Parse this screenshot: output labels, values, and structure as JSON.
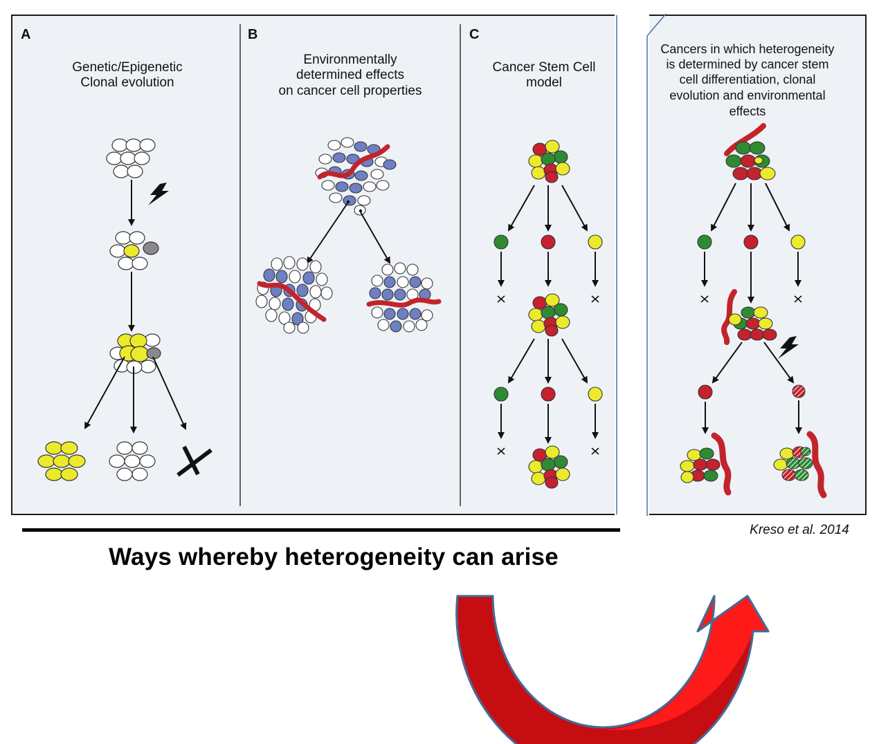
{
  "panels": {
    "a": {
      "letter": "A",
      "title_lines": [
        "Genetic/Epigenetic",
        "Clonal evolution"
      ]
    },
    "b": {
      "letter": "B",
      "title_lines": [
        "Environmentally",
        "determined effects",
        "on cancer cell properties"
      ]
    },
    "c": {
      "letter": "C",
      "title_lines": [
        "Cancer Stem Cell",
        "model"
      ]
    },
    "d": {
      "title_lines": [
        "Cancers in which heterogeneity",
        "is determined by cancer stem",
        "cell differentiation, clonal",
        "evolution and environmental",
        "effects"
      ]
    }
  },
  "caption": "Ways whereby heterogeneity can arise",
  "citation": "Kreso et al. 2014",
  "colors": {
    "panel_bg": "#eef2f7",
    "cell_white": "#ffffff",
    "cell_yellow": "#ecea2c",
    "cell_red": "#c5212e",
    "cell_green": "#2f8a33",
    "cell_blue": "#6f7fc4",
    "cell_gray": "#8a8a8a",
    "vessel_red": "#c2242c",
    "arrow_dark_red": "#a10d10",
    "arrow_bright_red": "#ff1515",
    "arrow_outline": "#466a96"
  }
}
